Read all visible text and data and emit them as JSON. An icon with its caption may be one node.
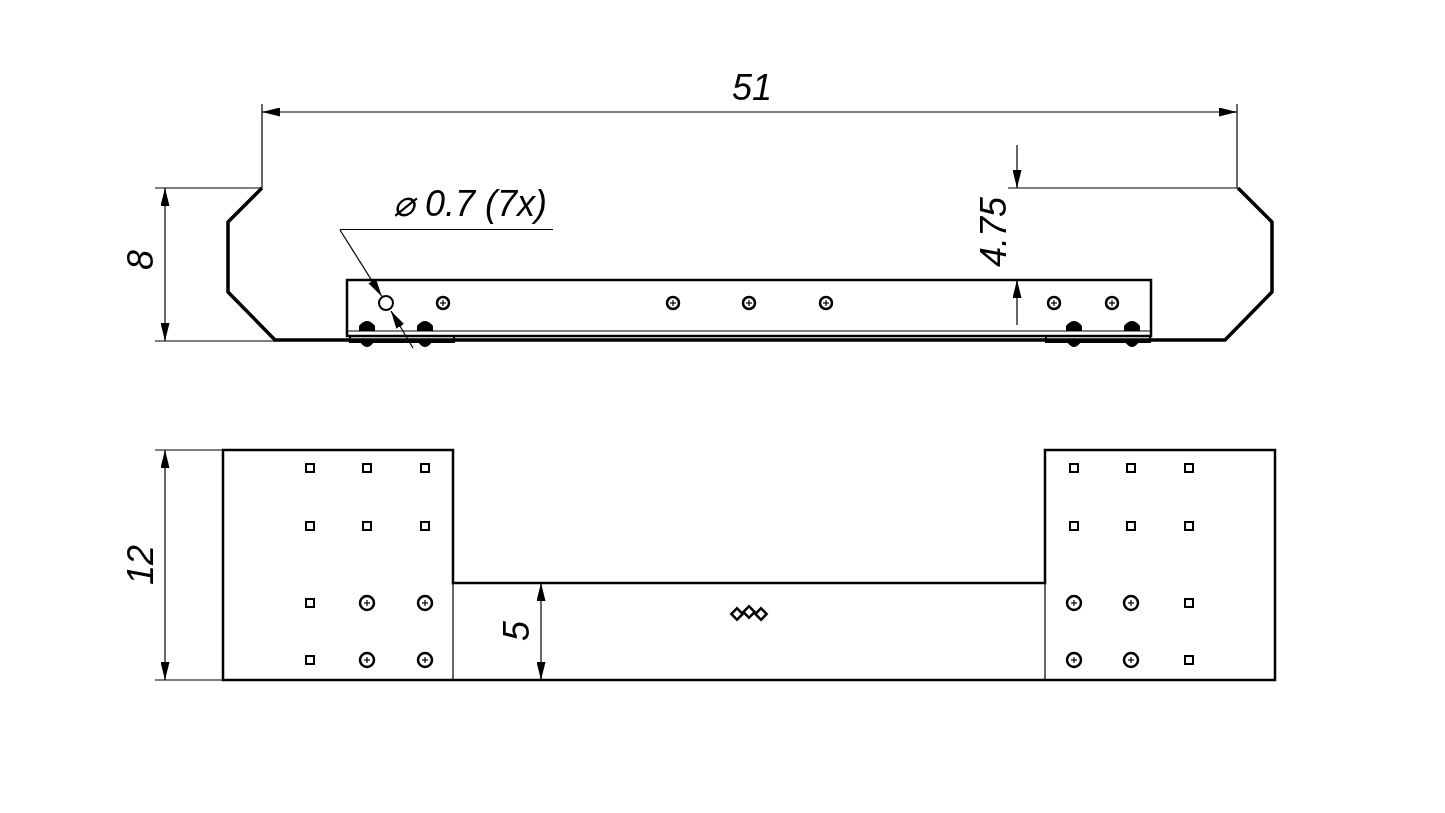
{
  "diagram": {
    "nodes": [
      {
        "text": [
          "⌀ 0.7 (7x)"
        ]
      },
      {
        "text": [],
        "shape": "circle"
      }
    ],
    "edges": [
      {
        "from": 0,
        "to": 1,
        "arrow": "to"
      }
    ],
    "labels": [
      "51",
      "8",
      "4.75",
      "12",
      "5"
    ]
  }
}
